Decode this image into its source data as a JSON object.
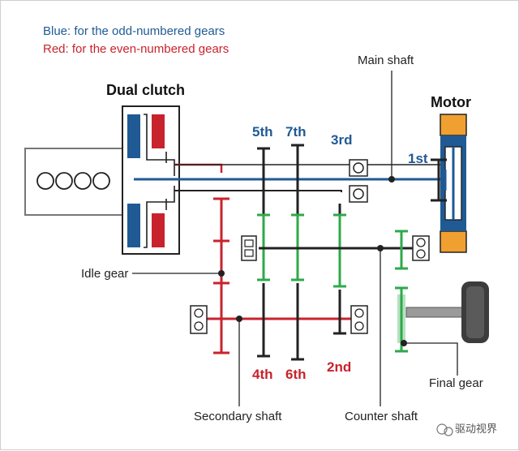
{
  "legend": {
    "blue": "Blue: for the odd-numbered gears",
    "red": "Red: for the even-numbered gears"
  },
  "labels": {
    "dual_clutch": "Dual clutch",
    "motor": "Motor",
    "main_shaft": "Main shaft",
    "idle_gear": "Idle gear",
    "secondary_shaft": "Secondary shaft",
    "counter_shaft": "Counter shaft",
    "final_gear": "Final gear"
  },
  "gears": {
    "g5": "5th",
    "g7": "7th",
    "g3": "3rd",
    "g1": "1st",
    "g4": "4th",
    "g6": "6th",
    "g2": "2nd"
  },
  "watermark": "驱动视界",
  "colors": {
    "blue": "#1f5a94",
    "red": "#c8232c",
    "green": "#2eaa4a",
    "orange": "#f0a030",
    "engine_gray": "#777777"
  }
}
